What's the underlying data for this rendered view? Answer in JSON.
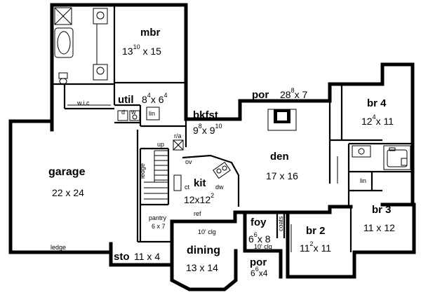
{
  "rooms": [
    {
      "key": "mbr",
      "name": "mbr",
      "dim_html": [
        "13",
        "10",
        " x 15"
      ]
    },
    {
      "key": "util",
      "name": "util",
      "dim_html": [
        "8",
        "4",
        "x 6",
        "4"
      ]
    },
    {
      "key": "bkfst",
      "name": "bkfst",
      "dim_html": [
        "9",
        "8",
        "x 9",
        "10"
      ]
    },
    {
      "key": "por-top",
      "name": "por",
      "dim_html": [
        "28",
        "8",
        "x 7"
      ]
    },
    {
      "key": "br4",
      "name": "br 4",
      "dim_html": [
        "12",
        "4",
        "x 11"
      ]
    },
    {
      "key": "den",
      "name": "den",
      "dim_plain": "17 x 16"
    },
    {
      "key": "garage",
      "name": "garage",
      "dim_plain": "22 x 24"
    },
    {
      "key": "kit",
      "name": "kit",
      "dim_html": [
        "12x12",
        "2",
        ""
      ]
    },
    {
      "key": "foy",
      "name": "foy",
      "dim_html": [
        "6",
        "6",
        "x 8"
      ]
    },
    {
      "key": "br2",
      "name": "br 2",
      "dim_html": [
        "11",
        "2",
        "x 11"
      ]
    },
    {
      "key": "br3",
      "name": "br 3",
      "dim_plain": "11 x 12"
    },
    {
      "key": "dining",
      "name": "dining",
      "dim_plain": "13 x 14"
    },
    {
      "key": "sto",
      "name": "sto",
      "dim_plain": "11 x 4"
    },
    {
      "key": "por-bot",
      "name": "por",
      "dim_html": [
        "6",
        "6",
        "x4"
      ]
    }
  ],
  "labels": {
    "wic": "w.i.c",
    "lin_util": "lin",
    "lin_bath": "lin",
    "d": "d",
    "w": "w",
    "ra": "r/a",
    "up": "up",
    "ov": "ov",
    "ledge_stair": "ledge",
    "ledge_garage": "ledge",
    "ct": "ct",
    "dw": "dw",
    "pantry": "pantry",
    "pantry_dim": "6 x 7",
    "ref": "ref",
    "clg_dining": "10' clg",
    "clg_foy": "10' clg",
    "coats": "coats"
  }
}
